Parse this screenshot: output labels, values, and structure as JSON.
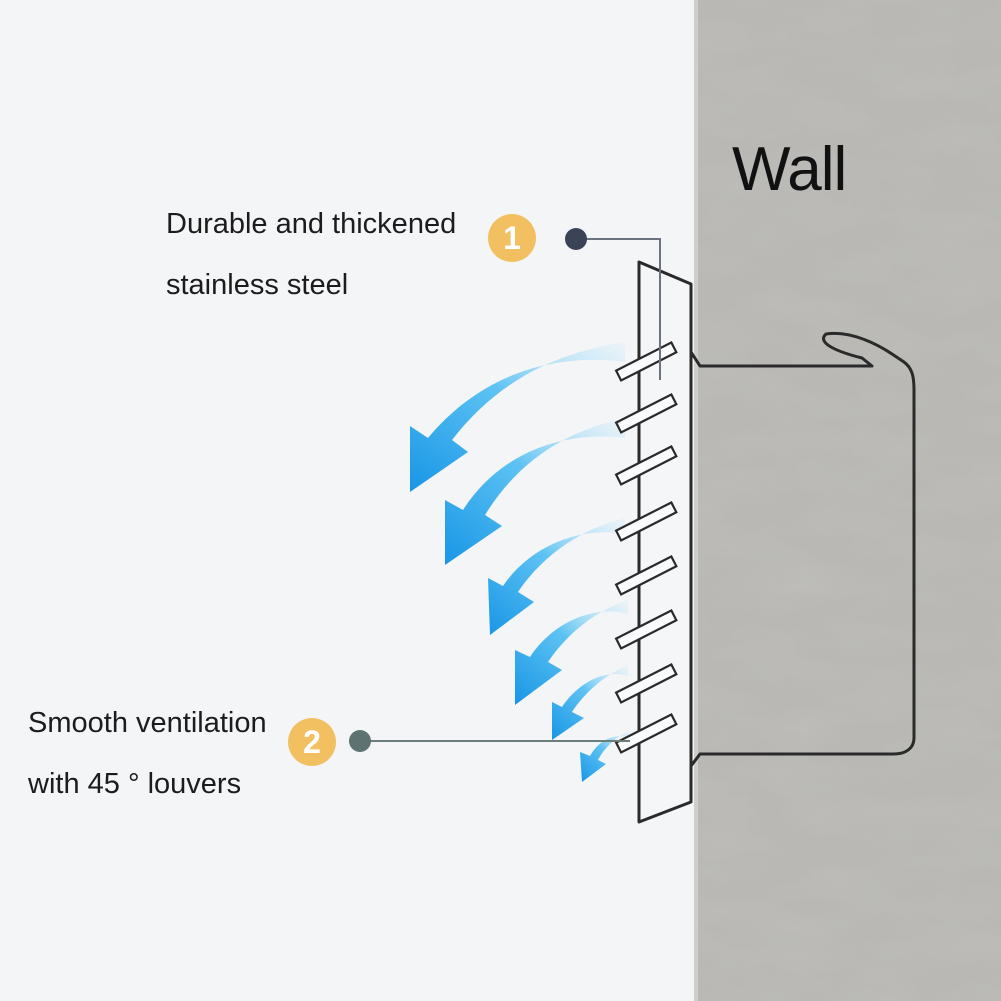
{
  "wall_label": "Wall",
  "callouts": [
    {
      "number": "1",
      "line1": "Durable and thickened",
      "line2": "stainless steel"
    },
    {
      "number": "2",
      "line1": "Smooth ventilation",
      "line2": "with 45 ° louvers"
    }
  ],
  "colors": {
    "background": "#f4f5f7",
    "wall": "#b9b8b4",
    "badge": "#f2c061",
    "leader_1": "#3b4457",
    "leader_2": "#5e7272",
    "airflow": "#2aa6ec",
    "outline": "#2a2a2a"
  }
}
